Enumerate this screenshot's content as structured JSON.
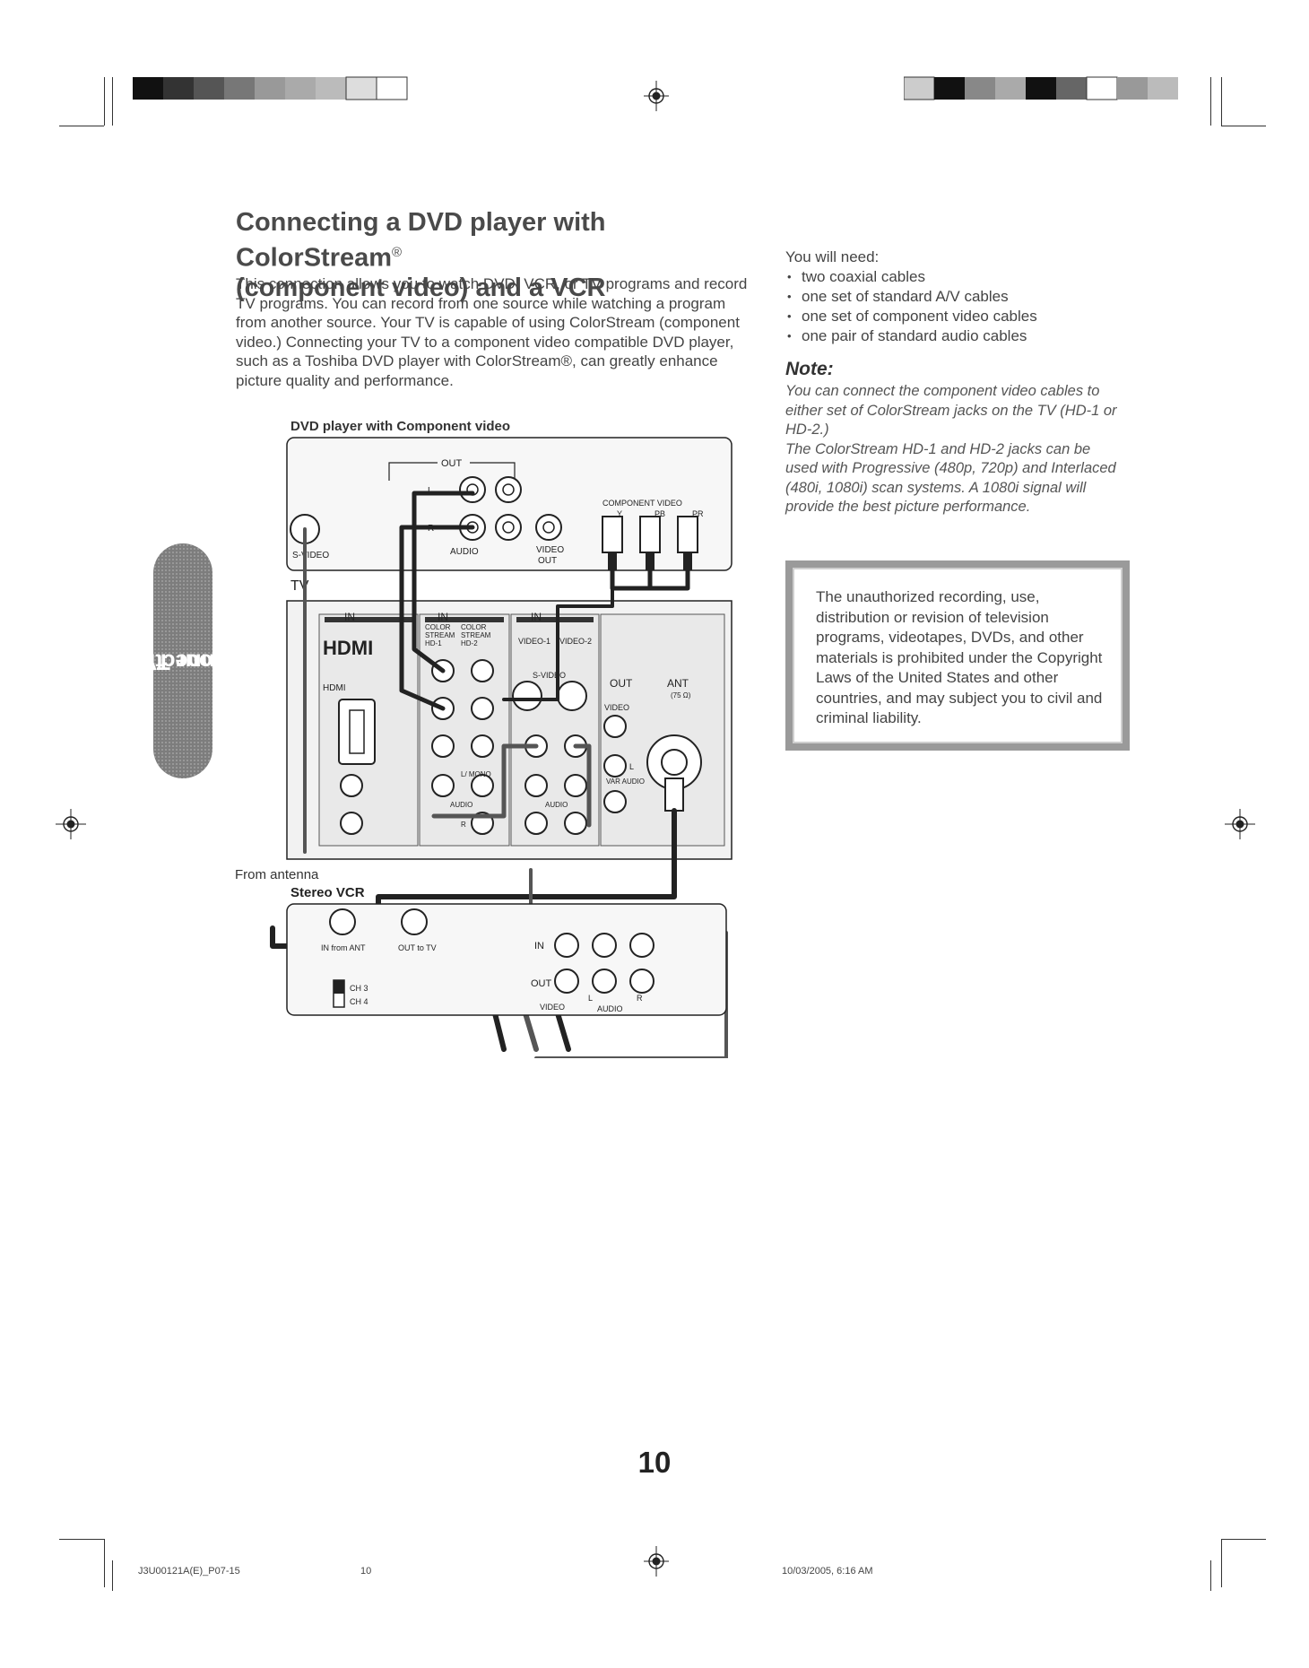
{
  "heading": {
    "line1": "Connecting a DVD player with ColorStream",
    "reg": "®",
    "line2": "(component video) and a VCR"
  },
  "intro": "This connection allows you to watch DVD, VCR, or TV programs and record TV programs. You can record from one source while watching a program from another source. Your TV is capable of using ColorStream (component video.) Connecting your TV to a component video compatible DVD player, such as a Toshiba DVD player with ColorStream®, can greatly enhance picture quality and performance.",
  "figure": {
    "caption": "DVD player with Component video",
    "dvd": {
      "out": "OUT",
      "l": "L",
      "r": "R",
      "audio": "AUDIO",
      "video": "VIDEO",
      "video_out": "OUT",
      "svideo": "S-VIDEO",
      "component": "COMPONENT VIDEO",
      "y": "Y",
      "pb": "PB",
      "pr": "PR"
    },
    "tv": {
      "label": "TV",
      "in1": "IN",
      "in2": "IN",
      "in3": "IN",
      "hdmi_logo": "HDMI",
      "hdmi": "HDMI",
      "cs1_a": "COLOR",
      "cs1_b": "STREAM",
      "cs1_c": "HD-1",
      "cs2_a": "COLOR",
      "cs2_b": "STREAM",
      "cs2_c": "HD-2",
      "video1": "VIDEO-1",
      "video2": "VIDEO-2",
      "svideo": "S-VIDEO",
      "out": "OUT",
      "ant": "ANT",
      "ant_ohm": "(75 Ω)",
      "video": "VIDEO",
      "l_mono": "L/ MONO",
      "audio": "AUDIO",
      "r": "R",
      "l": "L",
      "var_audio": "VAR AUDIO",
      "audio_l": "AUDIO"
    },
    "from_antenna": "From antenna",
    "vcr": {
      "label": "Stereo VCR",
      "in_from_ant": "IN from ANT",
      "out_to_tv": "OUT to TV",
      "ch3": "CH 3",
      "ch4": "CH 4",
      "in": "IN",
      "out": "OUT",
      "video": "VIDEO",
      "l": "L",
      "audio": "AUDIO",
      "r": "R"
    }
  },
  "need": {
    "title": "You will need:",
    "items": [
      "two coaxial cables",
      "one set of standard A/V cables",
      "one set of component video cables",
      "one pair of standard audio cables"
    ]
  },
  "note": {
    "heading": "Note:",
    "p1": "You can connect the component video cables to either set of ColorStream jacks on the TV (HD-1 or HD-2.)",
    "p2": "The ColorStream HD-1 and HD-2 jacks can be used with Progressive (480p, 720p) and Interlaced (480i, 1080i) scan systems. A 1080i signal will provide the best picture performance."
  },
  "warning": "The unauthorized recording, use, distribution or revision of television programs, videotapes, DVDs, and other materials is prohibited under the Copyright Laws of the United States and other countries, and may subject you to civil and criminal liability.",
  "side_tab": {
    "line1": "Connecting",
    "line2": "your TV"
  },
  "page_number": "10",
  "footer": {
    "file": "J3U00121A(E)_P07-15",
    "page": "10",
    "date": "10/03/2005, 6:16 AM"
  }
}
